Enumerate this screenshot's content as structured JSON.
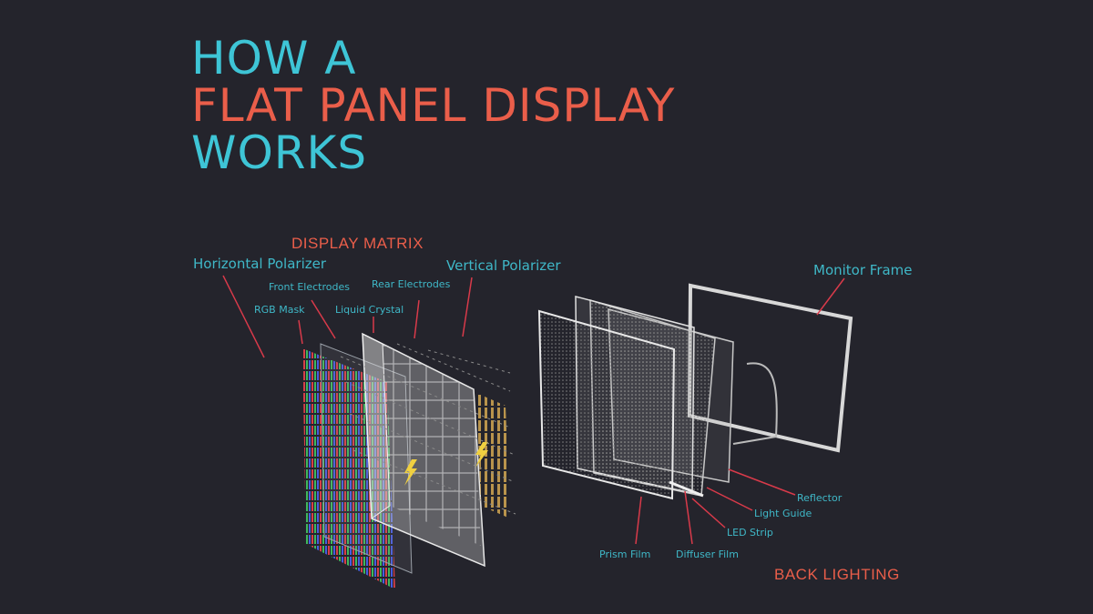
{
  "title": {
    "line1": "HOW A",
    "line2": "FLAT PANEL DISPLAY",
    "line3": "WORKS"
  },
  "sections": {
    "display_matrix": "DISPLAY MATRIX",
    "back_lighting": "BACK LIGHTING"
  },
  "labels": {
    "horizontal_polarizer": "Horizontal Polarizer",
    "front_electrodes": "Front Electrodes",
    "rear_electrodes": "Rear Electrodes",
    "vertical_polarizer": "Vertical Polarizer",
    "rgb_mask": "RGB Mask",
    "liquid_crystal": "Liquid Crystal",
    "monitor_frame": "Monitor Frame",
    "reflector": "Reflector",
    "light_guide": "Light Guide",
    "led_strip": "LED Strip",
    "prism_film": "Prism Film",
    "diffuser_film": "Diffuser Film"
  },
  "colors": {
    "background": "#24242c",
    "title_cyan": "#3ec5d6",
    "title_red": "#ea5e4a",
    "label_cyan": "#3fb8c8",
    "leader_line": "#d83a4a"
  }
}
